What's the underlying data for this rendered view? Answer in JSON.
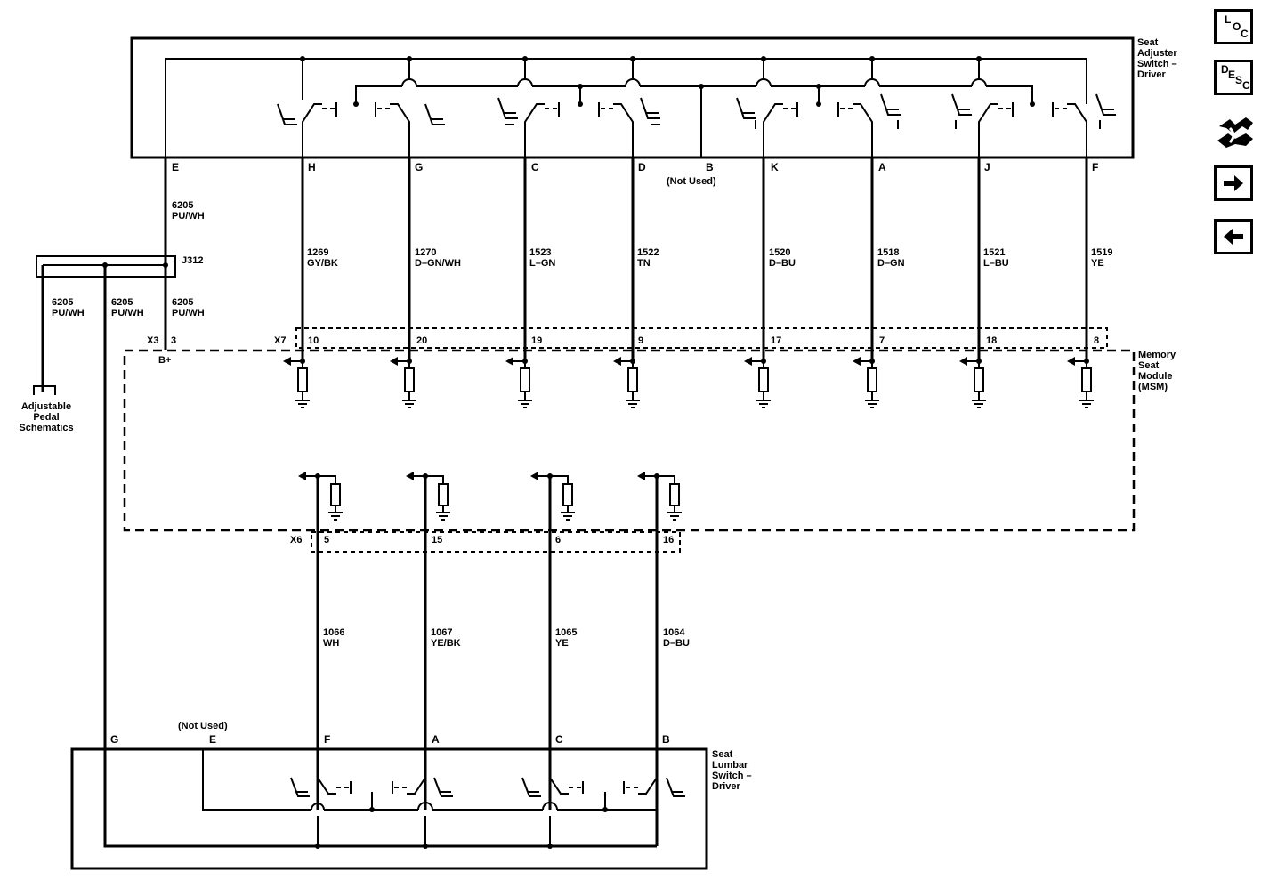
{
  "nav": {
    "loc": {
      "l1": "L",
      "l2": "O",
      "l3": "C"
    },
    "desc": {
      "l1": "D",
      "l2": "E",
      "l3": "S",
      "l4": "C"
    }
  },
  "components": {
    "seat_adjuster": [
      "Seat",
      "Adjuster",
      "Switch –",
      "Driver"
    ],
    "msm": [
      "Memory",
      "Seat",
      "Module",
      "(MSM)"
    ],
    "lumbar": [
      "Seat",
      "Lumbar",
      "Switch –",
      "Driver"
    ],
    "pedal": [
      "Adjustable",
      "Pedal",
      "Schematics"
    ],
    "splice": "J312",
    "x3_connector": "X3",
    "x3_pin": "3",
    "b_plus": "B+",
    "x7_connector": "X7",
    "x6_connector": "X6"
  },
  "adjuster_pins": [
    {
      "letter": "E"
    },
    {
      "letter": "H"
    },
    {
      "letter": "G"
    },
    {
      "letter": "C"
    },
    {
      "letter": "D"
    },
    {
      "letter": "B",
      "note": "(Not Used)"
    },
    {
      "letter": "K"
    },
    {
      "letter": "A"
    },
    {
      "letter": "J"
    },
    {
      "letter": "F"
    }
  ],
  "power_wires": [
    {
      "circuit": "6205",
      "color": "PU/WH"
    },
    {
      "circuit": "6205",
      "color": "PU/WH"
    },
    {
      "circuit": "6205",
      "color": "PU/WH"
    },
    {
      "circuit": "6205",
      "color": "PU/WH"
    }
  ],
  "x7_wires": [
    {
      "circuit": "1269",
      "color": "GY/BK",
      "pin": "10"
    },
    {
      "circuit": "1270",
      "color": "D–GN/WH",
      "pin": "20"
    },
    {
      "circuit": "1523",
      "color": "L–GN",
      "pin": "19"
    },
    {
      "circuit": "1522",
      "color": "TN",
      "pin": "9"
    },
    {
      "circuit": "1520",
      "color": "D–BU",
      "pin": "17"
    },
    {
      "circuit": "1518",
      "color": "D–GN",
      "pin": "7"
    },
    {
      "circuit": "1521",
      "color": "L–BU",
      "pin": "18"
    },
    {
      "circuit": "1519",
      "color": "YE",
      "pin": "8"
    }
  ],
  "x6_wires": [
    {
      "circuit": "1066",
      "color": "WH",
      "pin": "5"
    },
    {
      "circuit": "1067",
      "color": "YE/BK",
      "pin": "15"
    },
    {
      "circuit": "1065",
      "color": "YE",
      "pin": "6"
    },
    {
      "circuit": "1064",
      "color": "D–BU",
      "pin": "16"
    }
  ],
  "lumbar_pins": [
    {
      "letter": "G"
    },
    {
      "letter": "E",
      "note": "(Not Used)"
    },
    {
      "letter": "F"
    },
    {
      "letter": "A"
    },
    {
      "letter": "C"
    },
    {
      "letter": "B"
    }
  ]
}
